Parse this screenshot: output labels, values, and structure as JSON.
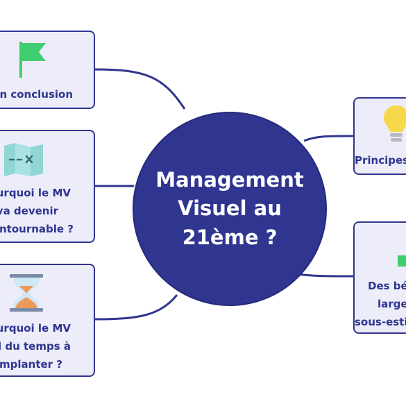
{
  "center": {
    "title": "Management Visuel au 21ème ?"
  },
  "branches": {
    "conclusion": {
      "label": "En conclusion",
      "icon": "green-flag-icon"
    },
    "why_unavoidable": {
      "line1": "Pourquoi le MV",
      "line2": "va devenir",
      "line3": "incontournable ?",
      "icon": "map-icon"
    },
    "why_time": {
      "line1": "Pourquoi le MV",
      "line2": "prend du temps à",
      "line3": "s'implanter ?",
      "icon": "hourglass-icon"
    },
    "principles": {
      "label": "Principes",
      "icon": "lightbulb-icon"
    },
    "benefits": {
      "line1": "Des bénéfices",
      "line2": "larges et",
      "line3": "sous-estimés",
      "icon": "green-bar-icon"
    }
  },
  "colors": {
    "primary": "#303590",
    "card_bg": "#ecedf8",
    "flag": "#3fcf70",
    "map": "#8fd6d4",
    "bulb": "#f6d84a",
    "hourglass": "#ec9a5c"
  }
}
